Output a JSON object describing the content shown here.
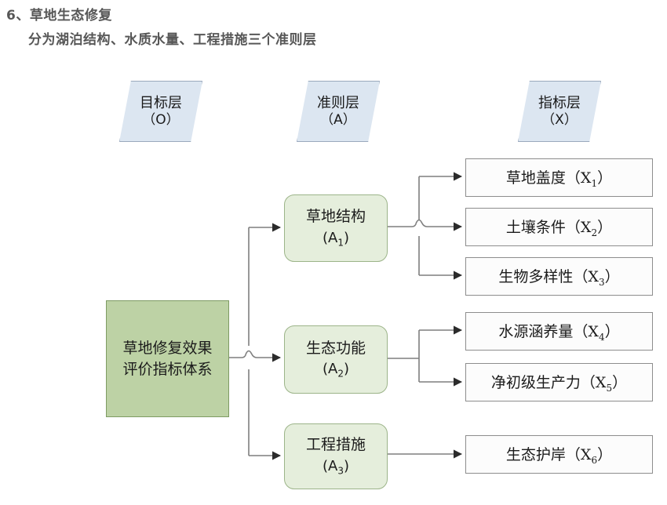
{
  "heading": {
    "line1": "6、草地生态修复",
    "line2": "分为湖泊结构、水质水量、工程措施三个准则层"
  },
  "colors": {
    "header_fill": "#dce6f1",
    "header_stroke": "#9aa9bd",
    "root_fill": "#bdd2a5",
    "root_stroke": "#7e9b63",
    "criteria_fill": "#e5eedc",
    "criteria_stroke": "#9cb489",
    "indicator_fill": "#fcfcfc",
    "indicator_stroke": "#8d8d8d",
    "connector": "#7f7f7f",
    "heading_text": "#575757"
  },
  "layer_headers": [
    {
      "id": "O",
      "name": "目标层",
      "code": "（O）"
    },
    {
      "id": "A",
      "name": "准则层",
      "code": "（A）"
    },
    {
      "id": "X",
      "name": "指标层",
      "code": "（X）"
    }
  ],
  "goal": {
    "label": "草地修复效果评价指标体系"
  },
  "criteria": [
    {
      "id": "A1",
      "label": "草地结构",
      "code": "(A",
      "sub": "1",
      "code_end": ")"
    },
    {
      "id": "A2",
      "label": "生态功能",
      "code": "(A",
      "sub": "2",
      "code_end": ")"
    },
    {
      "id": "A3",
      "label": "工程措施",
      "code": "(A",
      "sub": "3",
      "code_end": ")"
    }
  ],
  "indicators": [
    {
      "id": "X1",
      "label": "草地盖度（X",
      "sub": "1",
      "label_end": "）",
      "parent": "A1"
    },
    {
      "id": "X2",
      "label": "土壤条件（X",
      "sub": "2",
      "label_end": "）",
      "parent": "A1"
    },
    {
      "id": "X3",
      "label": "生物多样性（X",
      "sub": "3",
      "label_end": "）",
      "parent": "A1"
    },
    {
      "id": "X4",
      "label": "水源涵养量（X",
      "sub": "4",
      "label_end": "）",
      "parent": "A2"
    },
    {
      "id": "X5",
      "label": "净初级生产力（X",
      "sub": "5",
      "label_end": "）",
      "parent": "A2"
    },
    {
      "id": "X6",
      "label": "生态护岸（X",
      "sub": "6",
      "label_end": "）",
      "parent": "A3"
    }
  ]
}
